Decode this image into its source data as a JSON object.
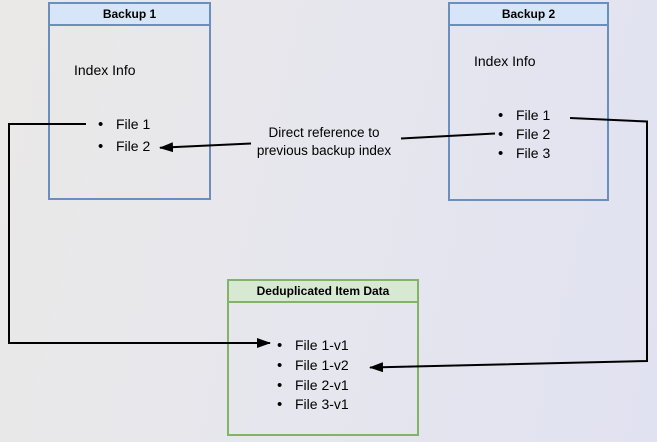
{
  "diagram": {
    "backup1": {
      "title": "Backup 1",
      "index_label": "Index Info",
      "files": [
        "File 1",
        "File 2"
      ]
    },
    "backup2": {
      "title": "Backup 2",
      "index_label": "Index Info",
      "files": [
        "File 1",
        "File 2",
        "File 3"
      ]
    },
    "dedup": {
      "title": "Deduplicated Item Data",
      "files": [
        "File 1-v1",
        "File 1-v2",
        "File 2-v1",
        "File 3-v1"
      ]
    },
    "annotation": {
      "line1": "Direct reference to",
      "line2": "previous backup index"
    },
    "colors": {
      "background_left": "#eae9e7",
      "background_right": "#e1e2f1",
      "blue_header_fill": "#d7e5f8",
      "blue_border": "#6c8ebf",
      "green_header_fill": "#d8e9d3",
      "green_border": "#82b366",
      "arrow": "#000000"
    }
  }
}
